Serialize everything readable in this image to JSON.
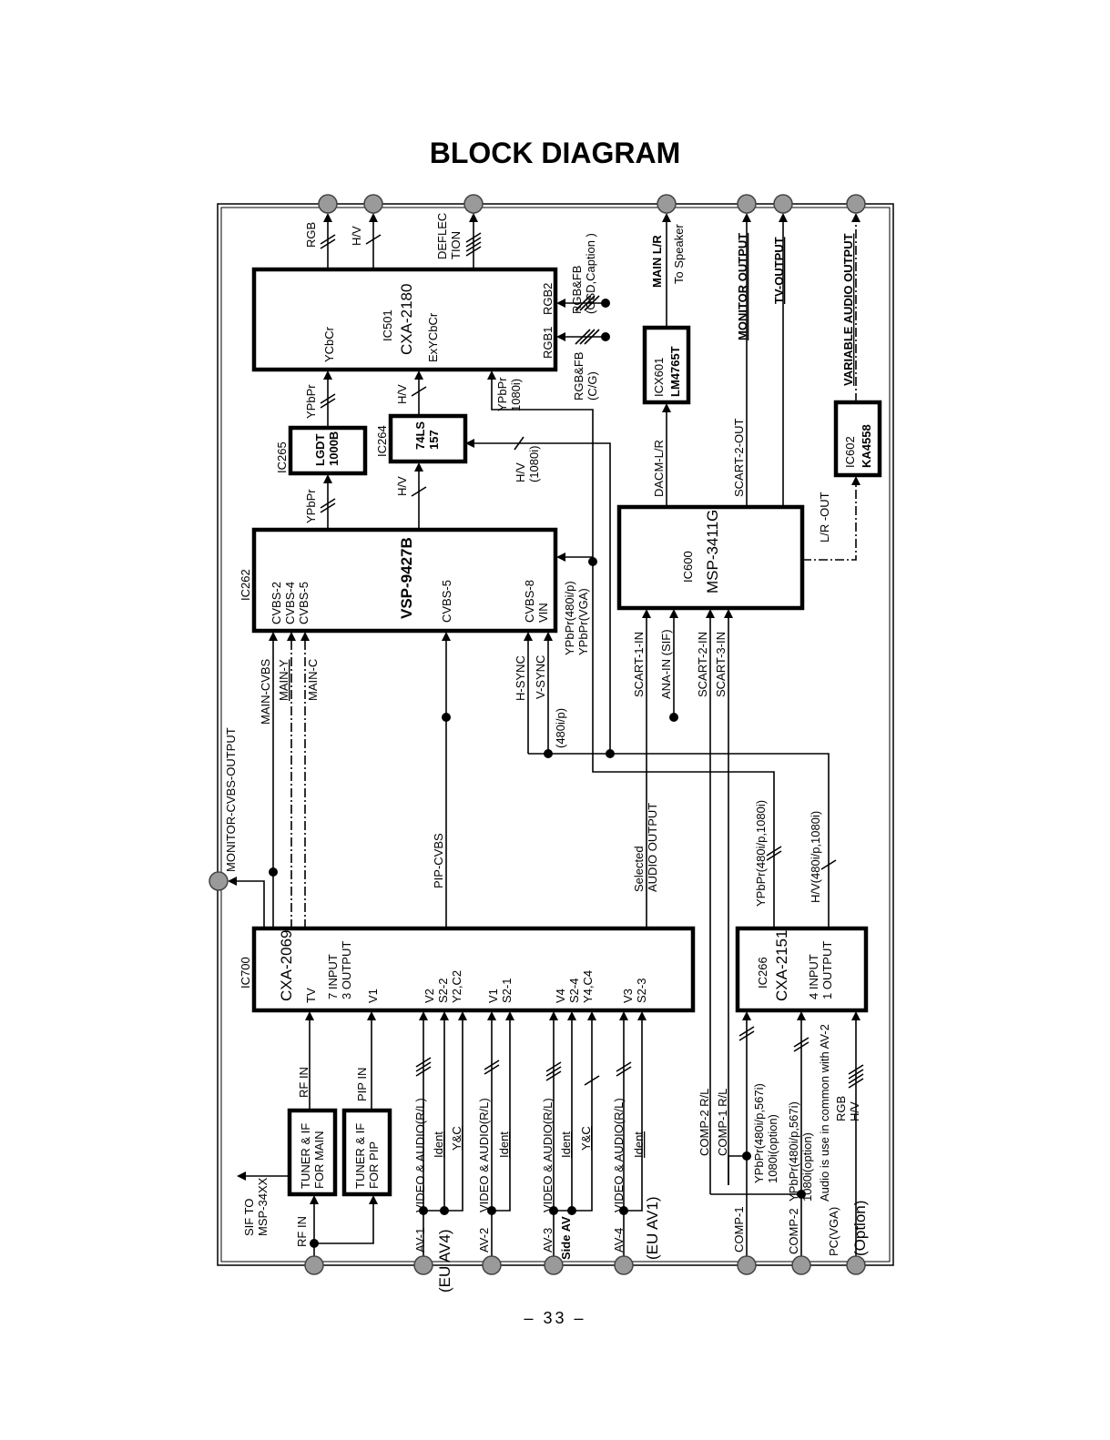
{
  "title": "BLOCK DIAGRAM",
  "page_number": "– 33 –",
  "blocks": {
    "cxa2180": {
      "ic": "IC501",
      "name": "CXA-2180",
      "in_left": "YCbCr",
      "in_mid": "ExYCbCr",
      "in_rgb1": "RGB1",
      "in_rgb2": "RGB2"
    },
    "lgdt": {
      "ic": "IC265",
      "name": "LGDT\n1000B"
    },
    "ls157": {
      "ic": "IC264",
      "name": "74LS\n157"
    },
    "vsp": {
      "ic": "IC262",
      "name": "VSP-9427B",
      "pins_left": "CVBS-2\nCVBS-4\nCVBS-5",
      "pin_mid": "CVBS-5",
      "pins_right": "CVBS-8\nVIN"
    },
    "lm4765": {
      "ic": "ICX601",
      "name": "LM4765T"
    },
    "msp": {
      "ic": "IC600",
      "name": "MSP-3411G"
    },
    "ka4558": {
      "ic": "IC602",
      "name": "KA4558"
    },
    "cxa2069": {
      "ic": "IC700",
      "name": "CXA-2069",
      "desc": "7 INPUT\n3 OUTPUT",
      "pin_tv": "TV",
      "pin_v1": "V1",
      "pin_v2": "V2\nS2-2\nY2,C2",
      "pin_v1b": "V1\nS2-1",
      "pin_v4": "V4\nS2-4\nY4,C4",
      "pin_v3": "V3\nS2-3"
    },
    "cxa2151": {
      "ic": "IC266",
      "name": "CXA-2151",
      "desc": "4 INPUT\n1 OUTPUT"
    },
    "tuner_main": {
      "name": "TUNER & IF\nFOR MAIN"
    },
    "tuner_pip": {
      "name": "TUNER & IF\nFOR PIP"
    }
  },
  "labels": {
    "rgb": "RGB",
    "hv": "H/V",
    "deflection": "DEFLEC\nTION",
    "main_lr": "MAIN L/R",
    "to_speaker": "To Speaker",
    "monitor_output": "MONITOR OUTPUT",
    "tv_output": "TV-OUTPUT",
    "variable_audio": "VARIABLE AUDIO OUTPUT",
    "rgbfb_osd": "RGB&FB\n(OSD,Caption )",
    "rgbfb_cg": "RGB&FB\n(C/G)",
    "ypbpr": "YPbPr",
    "ypbpr_1080": "YPbPr\n1080i)",
    "hv_1080": "H/V\n(1080i)",
    "dacm_lr": "DACM-L/R",
    "scart2_out": "SCART-2-OUT",
    "lr_out": "L/R -OUT",
    "ypbpr_vga": "YPbPr(480i/p)\nYPbPr(VGA)",
    "scart1_in": "SCART-1-IN",
    "ana_in": "ANA-IN (SIF)",
    "scart2_in": "SCART-2-IN",
    "scart3_in": "SCART-3-IN",
    "hsync": "H-SYNC",
    "vsync": "V-SYNC",
    "p480": "(480i/p)",
    "main_cvbs": "MAIN-CVBS",
    "main_y": "MAIN-Y",
    "main_c": "MAIN-C",
    "monitor_cvbs_output": "MONITOR-CVBS-OUTPUT",
    "pip_cvbs": "PIP-CVBS",
    "selected_audio": "Selected\nAUDIO OUTPUT",
    "ypbpr_comp": "YPbPr(480i/p,1080i)",
    "hv_comp": "H/V(480i/p,1080i)",
    "rf_in": "RF IN",
    "pip_in": "PIP IN",
    "sif_to": "SIF TO\nMSP-34XX",
    "video_audio": "VIDEO & AUDIO(R/L)",
    "ident": "Ident",
    "yc": "Y&C",
    "comp2_rl": "COMP-2 R/L",
    "comp1_rl": "COMP-1 R/L",
    "ypbpr_opt1": "YPbPr(480i/p,567i)\n1080i(option)",
    "ypbpr_opt2": "YPbPr(480i/p,567i)\n1080i(option)",
    "audio_common": "Audio is use in common with AV-2",
    "rgb_hv": "RGB\nH/V"
  },
  "inputs": {
    "rf_in": "RF IN",
    "av1": "AV-1",
    "eu_av4": "(EU AV4)",
    "av2": "AV-2",
    "av3": "AV-3",
    "side_av": "Side AV",
    "av4": "AV-4",
    "eu_av1": "(EU AV1)",
    "comp1": "COMP-1",
    "comp2": "COMP-2",
    "pc_vga": "PC(VGA)",
    "option": "(Option)"
  }
}
